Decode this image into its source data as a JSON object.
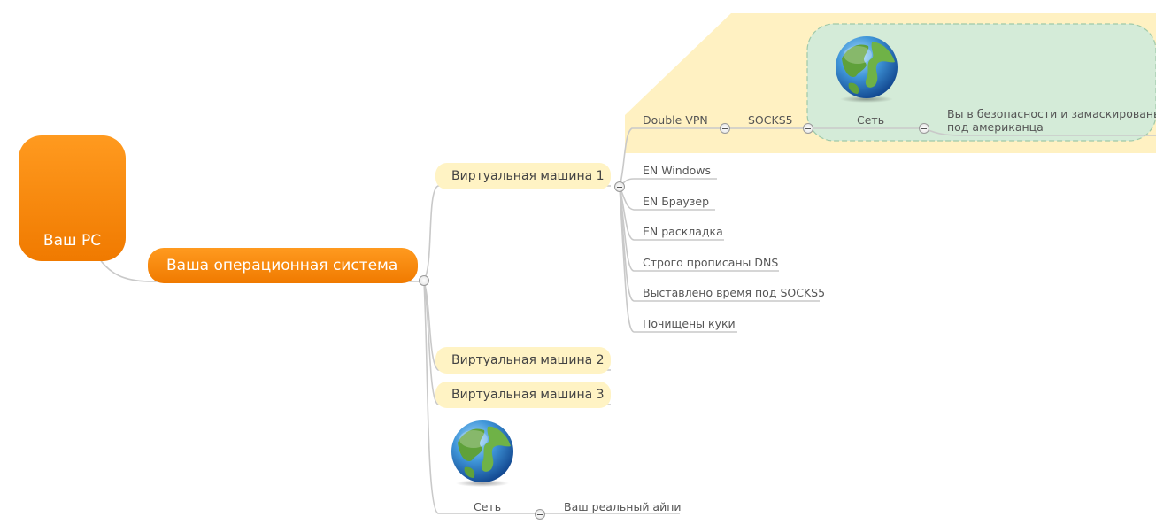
{
  "root": {
    "label": "Ваш PC",
    "icon": "monitor-icon"
  },
  "os": {
    "label": "Ваша операционная система"
  },
  "vms": [
    {
      "label": "Виртуальная машина 1"
    },
    {
      "label": "Виртуальная машина 2"
    },
    {
      "label": "Виртуальная машина 3"
    }
  ],
  "vm1_children": [
    {
      "label": "Double VPN"
    },
    {
      "label": "EN Windows"
    },
    {
      "label": "EN Браузер"
    },
    {
      "label": "EN раскладка"
    },
    {
      "label": "Строго прописаны DNS"
    },
    {
      "label": "Выставлено время под SOCKS5"
    },
    {
      "label": "Почищены куки"
    }
  ],
  "chain": {
    "socks": "SOCKS5",
    "network": "Сеть",
    "result_line1": "Вы в безопасности и замаскированы",
    "result_line2": "под американца"
  },
  "real_network": {
    "label": "Сеть",
    "ip_label": "Ваш реальный айпи",
    "icon": "globe-icon"
  },
  "colors": {
    "accent_orange": "#f7870e",
    "vm_fill": "#fff3c4",
    "boundary_fill": "#fff1c2",
    "cloud_fill": "#d4ebd8",
    "cloud_border": "#9fc9a9",
    "connector": "#c9c9c9"
  }
}
